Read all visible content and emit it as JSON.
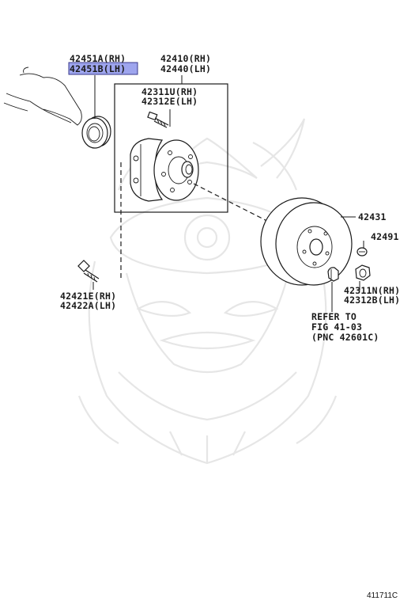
{
  "diagram_id": "411711C",
  "callouts": {
    "seal_rh": "42451A(RH)",
    "seal_lh": "42451B(LH)",
    "hub_rh": "42410(RH)",
    "hub_lh": "42440(LH)",
    "hub_bolt_rh": "42311U(RH)",
    "hub_bolt_lh": "42312E(LH)",
    "mount_bolt_rh": "42421E(RH)",
    "mount_bolt_lh": "42422A(LH)",
    "disc": "42431",
    "disc_screw": "42491",
    "hub_nut_rh": "42311N(RH)",
    "hub_nut_lh": "42312B(LH)",
    "refer_line1": "REFER TO",
    "refer_line2": "FIG 41-03",
    "refer_line3": "(PNC 42601C)"
  },
  "highlight": {
    "target": "seal_lh",
    "color": "#9ea5ee",
    "border": "#3a3a8c"
  },
  "colors": {
    "ink": "#1a1a1a",
    "watermark": "#e6e6e6",
    "background": "#ffffff"
  }
}
